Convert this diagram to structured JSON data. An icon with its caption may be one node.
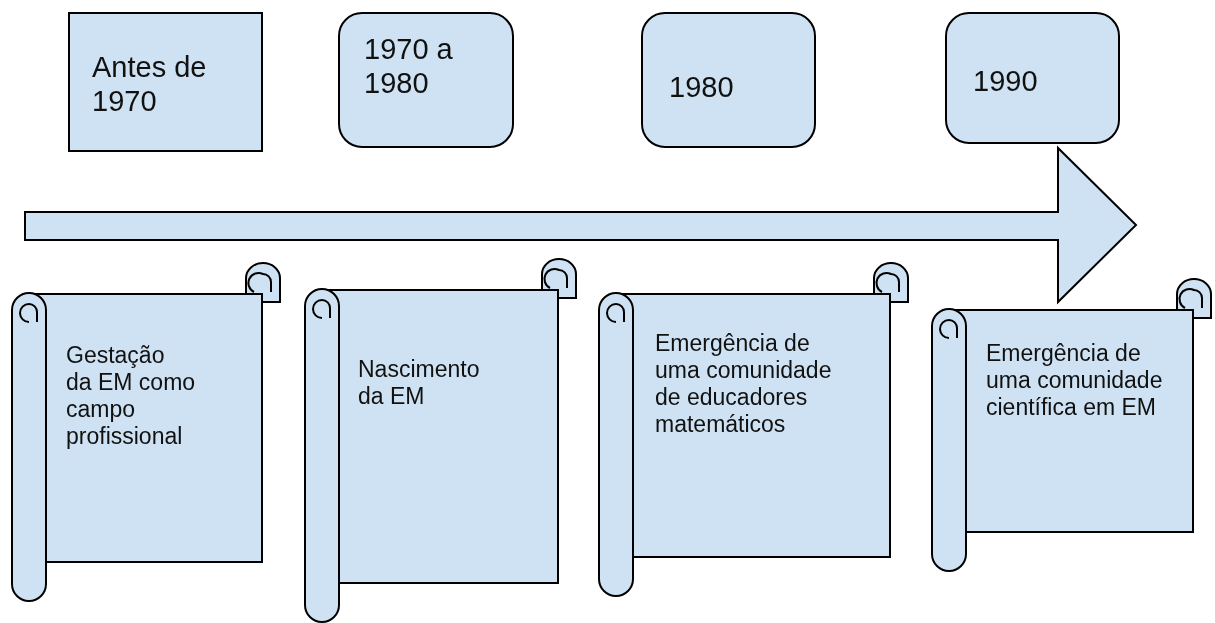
{
  "diagram": {
    "nodes": [
      {
        "text": [
          "Antes de 1970"
        ]
      },
      {
        "text": [
          "1970 a 1980"
        ]
      },
      {
        "text": [
          "1980"
        ]
      },
      {
        "text": [
          "1990"
        ]
      },
      {
        "text": [
          "Gestação da EM como campo profissional"
        ]
      },
      {
        "text": [
          "Nascimento da EM"
        ]
      },
      {
        "text": [
          "Emergência de uma comunidade de educadores matemáticos"
        ]
      },
      {
        "text": [
          "Emergência de uma comunidade científica em EM"
        ]
      }
    ]
  }
}
